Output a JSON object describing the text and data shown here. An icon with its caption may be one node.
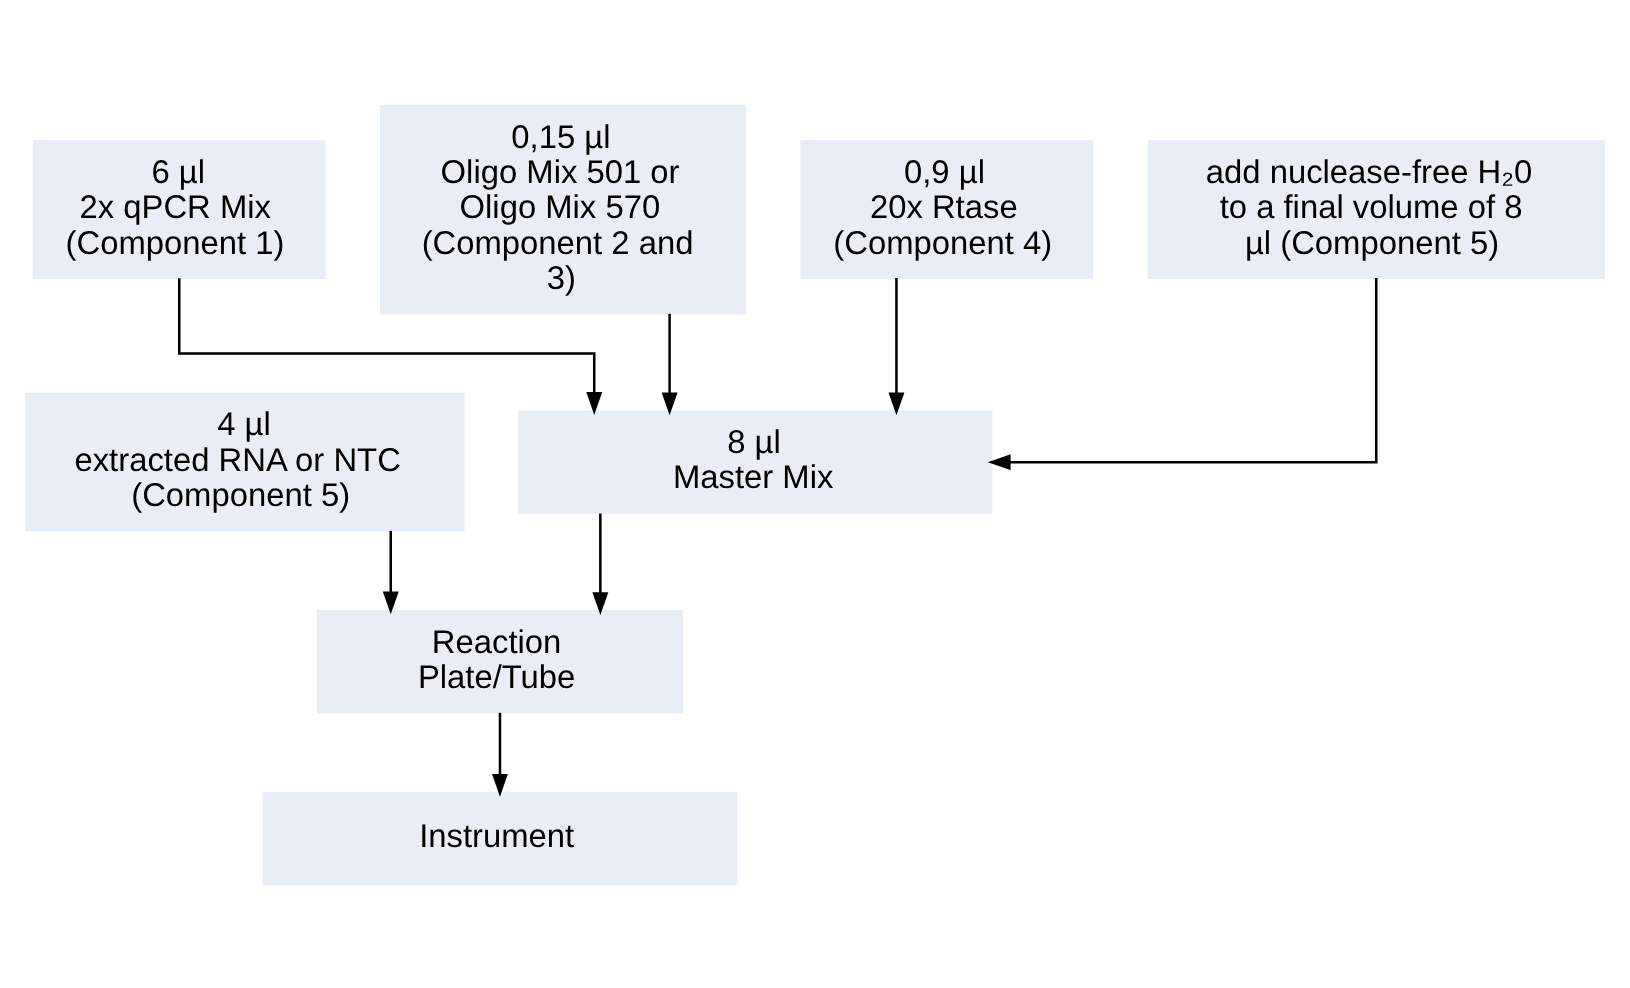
{
  "diagram": {
    "nodes": [
      {
        "text": [
          "6 µl",
          "2x qPCR Mix (Component 1)"
        ]
      },
      {
        "text": [
          "0,15 µl",
          "Oligo Mix 501 or Oligo Mix 570 (Component 2 and 3)"
        ]
      },
      {
        "text": [
          "0,9 µl",
          "20x Rtase (Component 4)"
        ]
      },
      {
        "text": [
          "add nuclease-free H₂0 to a final volume of 8 µl (Component 5)"
        ]
      },
      {
        "text": [
          "4 µl",
          "extracted RNA or NTC (Component 5)"
        ]
      },
      {
        "text": [
          "8 µl",
          "Master Mix"
        ]
      },
      {
        "text": [
          "Reaction Plate/Tube"
        ]
      },
      {
        "text": [
          "Instrument"
        ]
      }
    ],
    "edges": [
      {
        "from": 0,
        "to": 5,
        "arrow": "to"
      },
      {
        "from": 1,
        "to": 5,
        "arrow": "to"
      },
      {
        "from": 2,
        "to": 5,
        "arrow": "to"
      },
      {
        "from": 3,
        "to": 5,
        "arrow": "to"
      },
      {
        "from": 4,
        "to": 6,
        "arrow": "to"
      },
      {
        "from": 5,
        "to": 6,
        "arrow": "to"
      },
      {
        "from": 6,
        "to": 7,
        "arrow": "to"
      }
    ]
  }
}
